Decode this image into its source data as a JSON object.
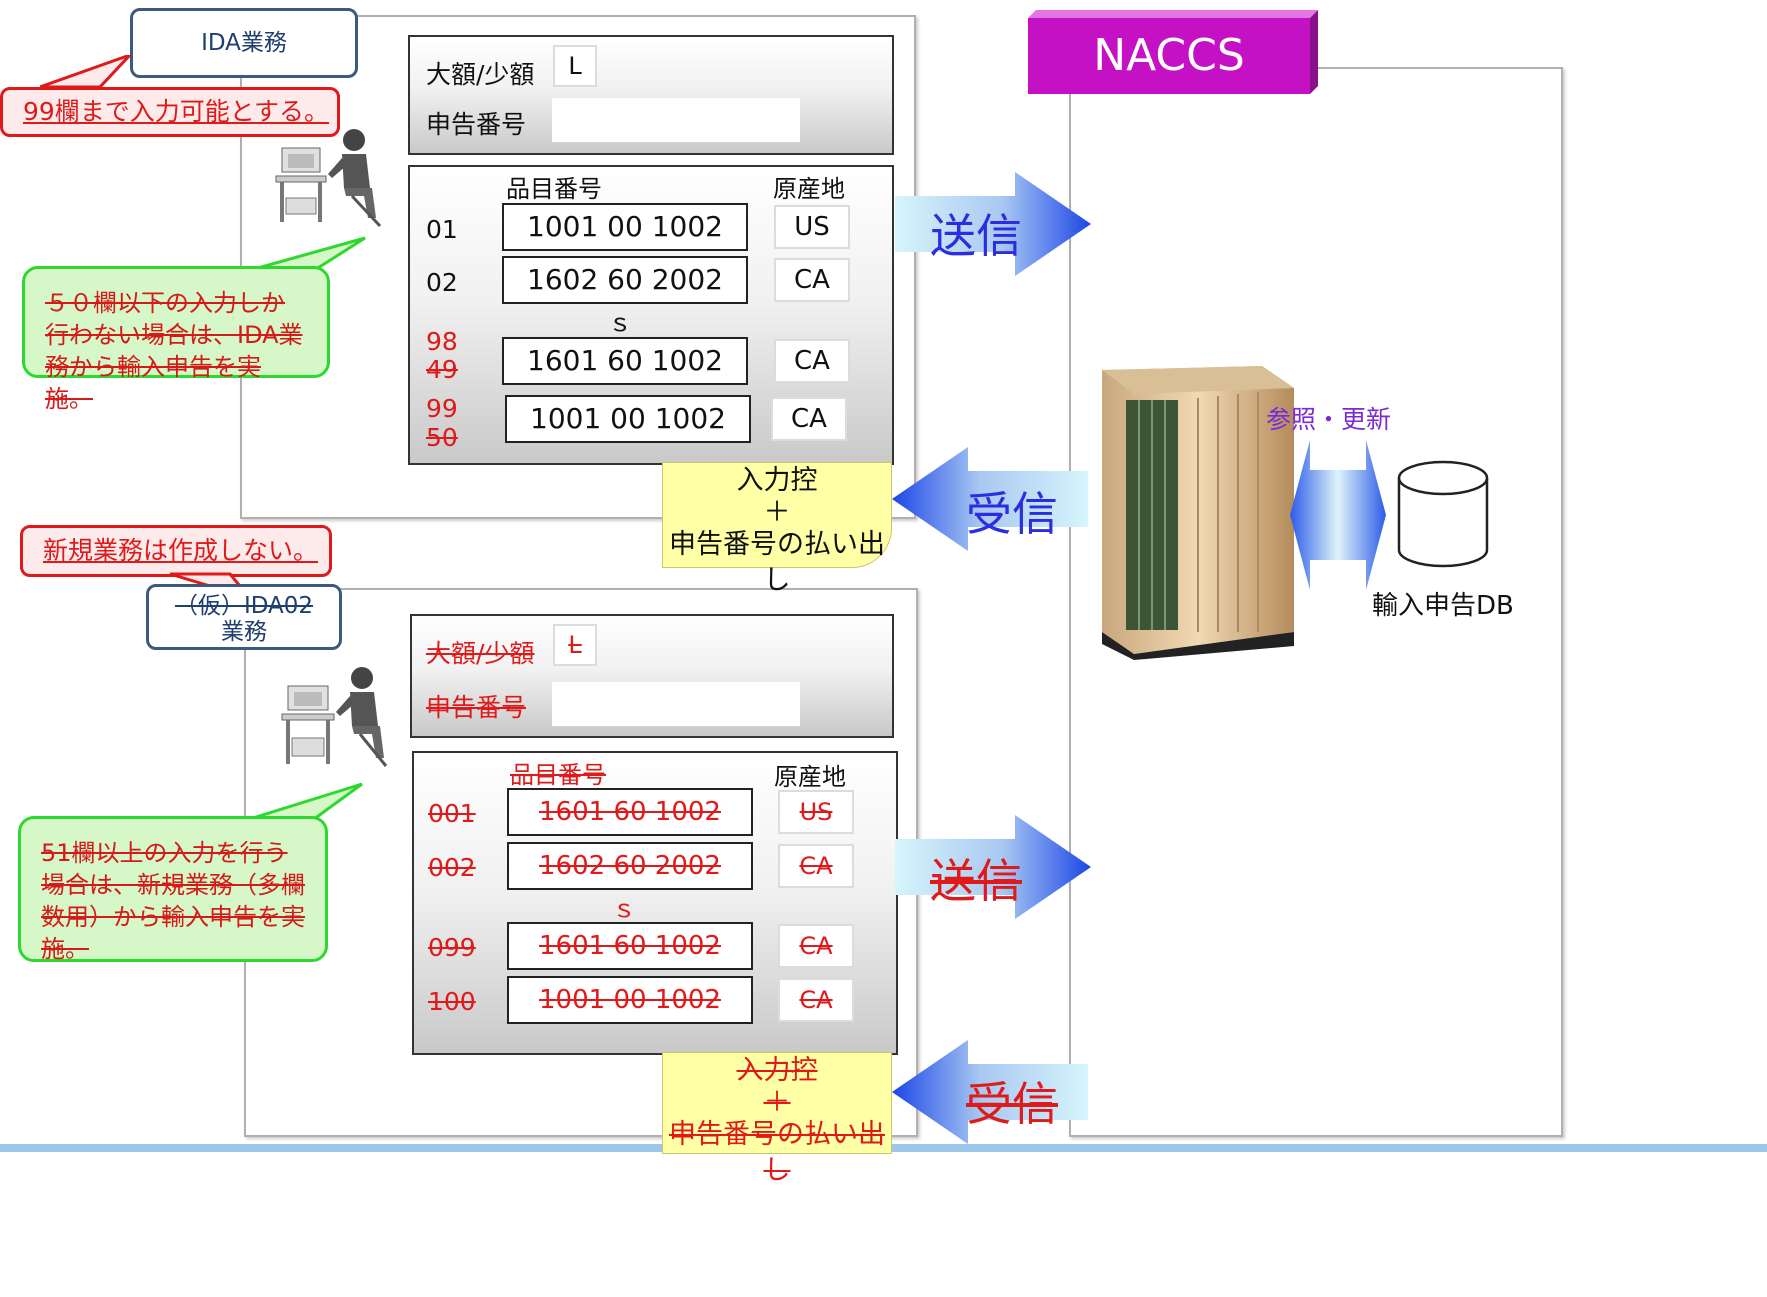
{
  "top": {
    "tag": "IDA業務",
    "red_note": "99欄まで入力可能とする。",
    "green_note": "５０欄以下の入力しか行わない場合は、IDA業務から輸入申告を実施。",
    "amount_label": "大額/少額",
    "amount_value": "L",
    "decl_label": "申告番号",
    "col_item": "品目番号",
    "col_origin": "原産地",
    "rows": [
      {
        "no": "01",
        "item": "1001 00 1002",
        "origin": "US"
      },
      {
        "no": "02",
        "item": "1602 60 2002",
        "origin": "CA"
      },
      {
        "no": "98",
        "no2": "49",
        "item": "1601 60 1002",
        "origin": "CA"
      },
      {
        "no": "99",
        "no2": "50",
        "item": "1001 00 1002",
        "origin": "CA"
      }
    ],
    "tilde": "ｓ",
    "ctrl_note": [
      "入力控",
      "＋",
      "申告番号の払い出し"
    ],
    "send": "送信",
    "recv": "受信"
  },
  "bottom": {
    "red_note": "新規業務は作成しない。",
    "tag_line1": "（仮）IDA02",
    "tag_line2": "業務",
    "green_note": "51欄以上の入力を行う場合は、新規業務（多欄数用）から輸入申告を実施。",
    "amount_label": "大額/少額",
    "amount_value": "L",
    "decl_label": "申告番号",
    "col_item": "品目番号",
    "col_origin": "原産地",
    "rows": [
      {
        "no": "001",
        "item": "1601 60 1002",
        "origin": "US"
      },
      {
        "no": "002",
        "item": "1602 60 2002",
        "origin": "CA"
      },
      {
        "no": "099",
        "item": "1601 60 1002",
        "origin": "CA"
      },
      {
        "no": "100",
        "item": "1001 00 1002",
        "origin": "CA"
      }
    ],
    "tilde": "ｓ",
    "ctrl_note": [
      "入力控",
      "＋",
      "申告番号の払い出し"
    ],
    "send": "送信",
    "recv": "受信"
  },
  "naccs": {
    "title": "NACCS",
    "ref_update": "参照・更新",
    "db_label": "輸入申告DB"
  }
}
